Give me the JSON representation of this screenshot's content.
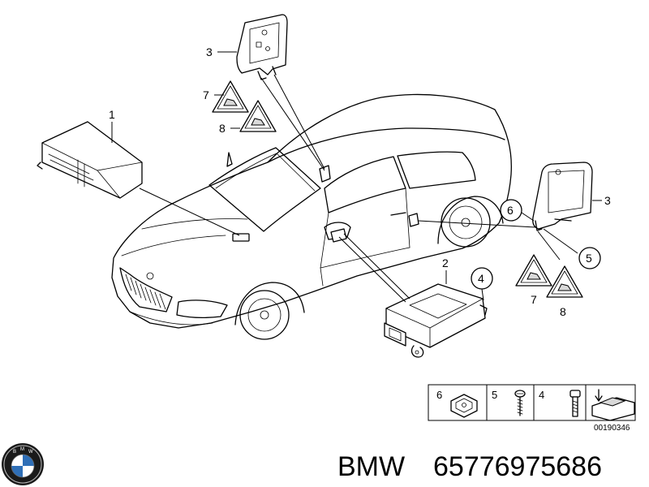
{
  "callouts": {
    "c1": "1",
    "c2": "2",
    "c3a": "3",
    "c3b": "3",
    "c4": "4",
    "c5": "5",
    "c6": "6",
    "c7a": "7",
    "c7b": "7",
    "c8a": "8",
    "c8b": "8"
  },
  "legend": {
    "items": [
      {
        "label": "6",
        "icon": "clip-nut-icon"
      },
      {
        "label": "5",
        "icon": "screw-icon"
      },
      {
        "label": "4",
        "icon": "bolt-icon"
      }
    ],
    "code": "00190346"
  },
  "footer": {
    "brand": "BMW",
    "part_number": "65776975686",
    "logo_icon": "bmw-logo-icon"
  }
}
